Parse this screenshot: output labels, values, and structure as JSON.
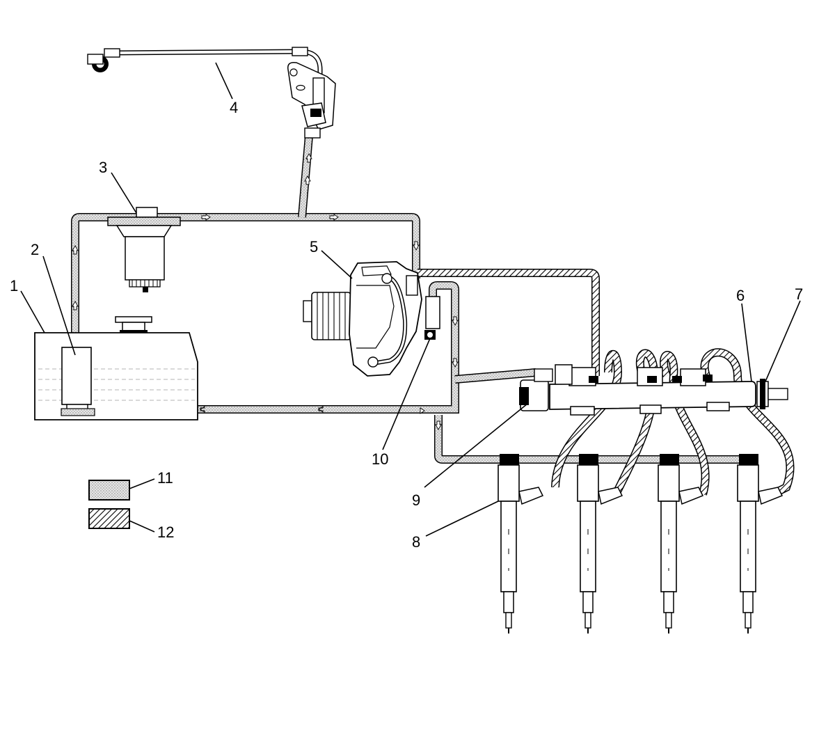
{
  "diagram": {
    "callouts": [
      {
        "id": "1",
        "text": "1"
      },
      {
        "id": "2",
        "text": "2"
      },
      {
        "id": "3",
        "text": "3"
      },
      {
        "id": "4",
        "text": "4"
      },
      {
        "id": "5",
        "text": "5"
      },
      {
        "id": "6",
        "text": "6"
      },
      {
        "id": "7",
        "text": "7"
      },
      {
        "id": "8",
        "text": "8"
      },
      {
        "id": "9",
        "text": "9"
      },
      {
        "id": "10",
        "text": "10"
      },
      {
        "id": "11",
        "text": "11"
      },
      {
        "id": "12",
        "text": "12"
      }
    ],
    "legend": [
      {
        "callout": "11",
        "pattern": "stippled"
      },
      {
        "callout": "12",
        "pattern": "hatched"
      }
    ],
    "injector_count": 4,
    "colors": {
      "line": "#000000",
      "fill": "#ffffff",
      "stipple": "#d9d9d9"
    }
  }
}
